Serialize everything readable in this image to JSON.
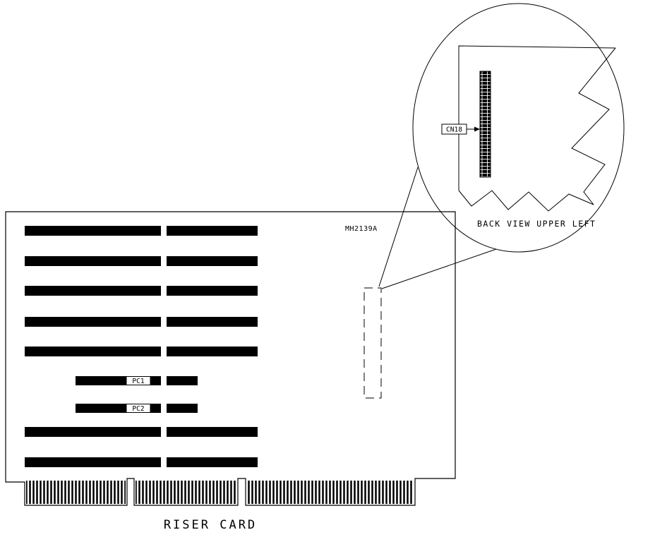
{
  "figure": {
    "caption": "RISER CARD",
    "part_number": "MH2139A",
    "callout": {
      "title": "BACK VIEW UPPER LEFT",
      "connector_label": "CN18"
    },
    "slots": {
      "pc1_label": "PC1",
      "pc2_label": "PC2"
    },
    "colors": {
      "ink": "#000000",
      "paper": "#ffffff"
    }
  }
}
